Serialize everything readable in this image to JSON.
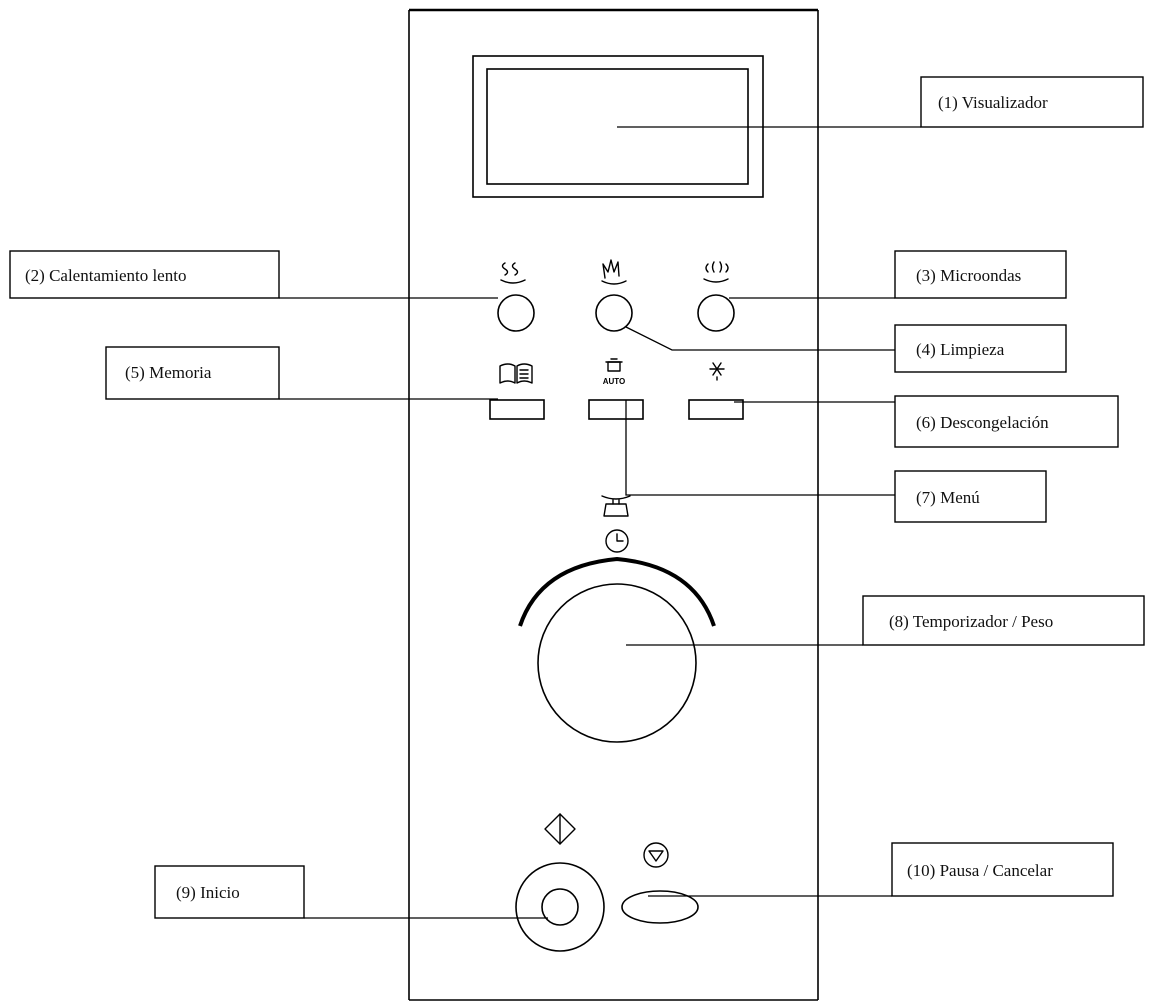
{
  "callouts": {
    "display": "(1) Visualizador",
    "slow_heat": "(2) Calentamiento lento",
    "microwave": "(3) Microondas",
    "cleaning": "(4) Limpieza",
    "memory": "(5) Memoria",
    "defrost": "(6) Descongelación",
    "menu": "(7) Menú",
    "timer_weight": "(8) Temporizador / Peso",
    "start": "(9) Inicio",
    "pause_cancel": "(10) Pausa / Cancelar"
  },
  "panel": {
    "auto_label": "AUTO"
  },
  "icons": {
    "slow_heat": "steam-icon",
    "cleaning": "flame-icon",
    "microwave": "waves-icon",
    "memory": "book-icon",
    "auto_menu": "auto-pot-icon",
    "defrost": "snowflake-icon",
    "menu_scale": "scale-icon",
    "timer": "clock-icon",
    "start": "start-diamond-icon",
    "stop": "stop-triangle-icon"
  }
}
